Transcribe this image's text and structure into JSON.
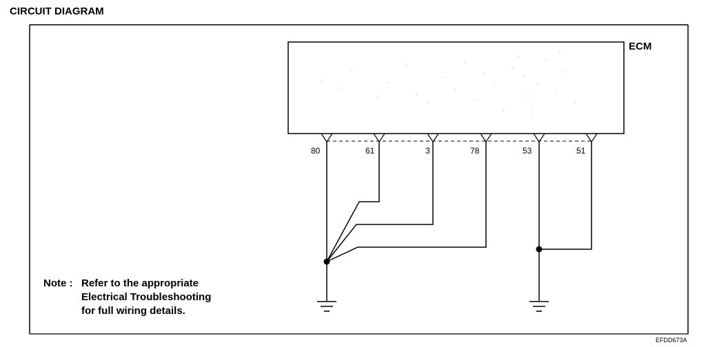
{
  "title": "CIRCUIT DIAGRAM",
  "module_label": "ECM",
  "pins": [
    "80",
    "61",
    "3",
    "78",
    "53",
    "51"
  ],
  "note": {
    "prefix": "Note :",
    "line1": "Refer to the appropriate",
    "line2": "Electrical Troubleshooting",
    "line3": "for full wiring details."
  },
  "figure_code": "EFDD673A"
}
